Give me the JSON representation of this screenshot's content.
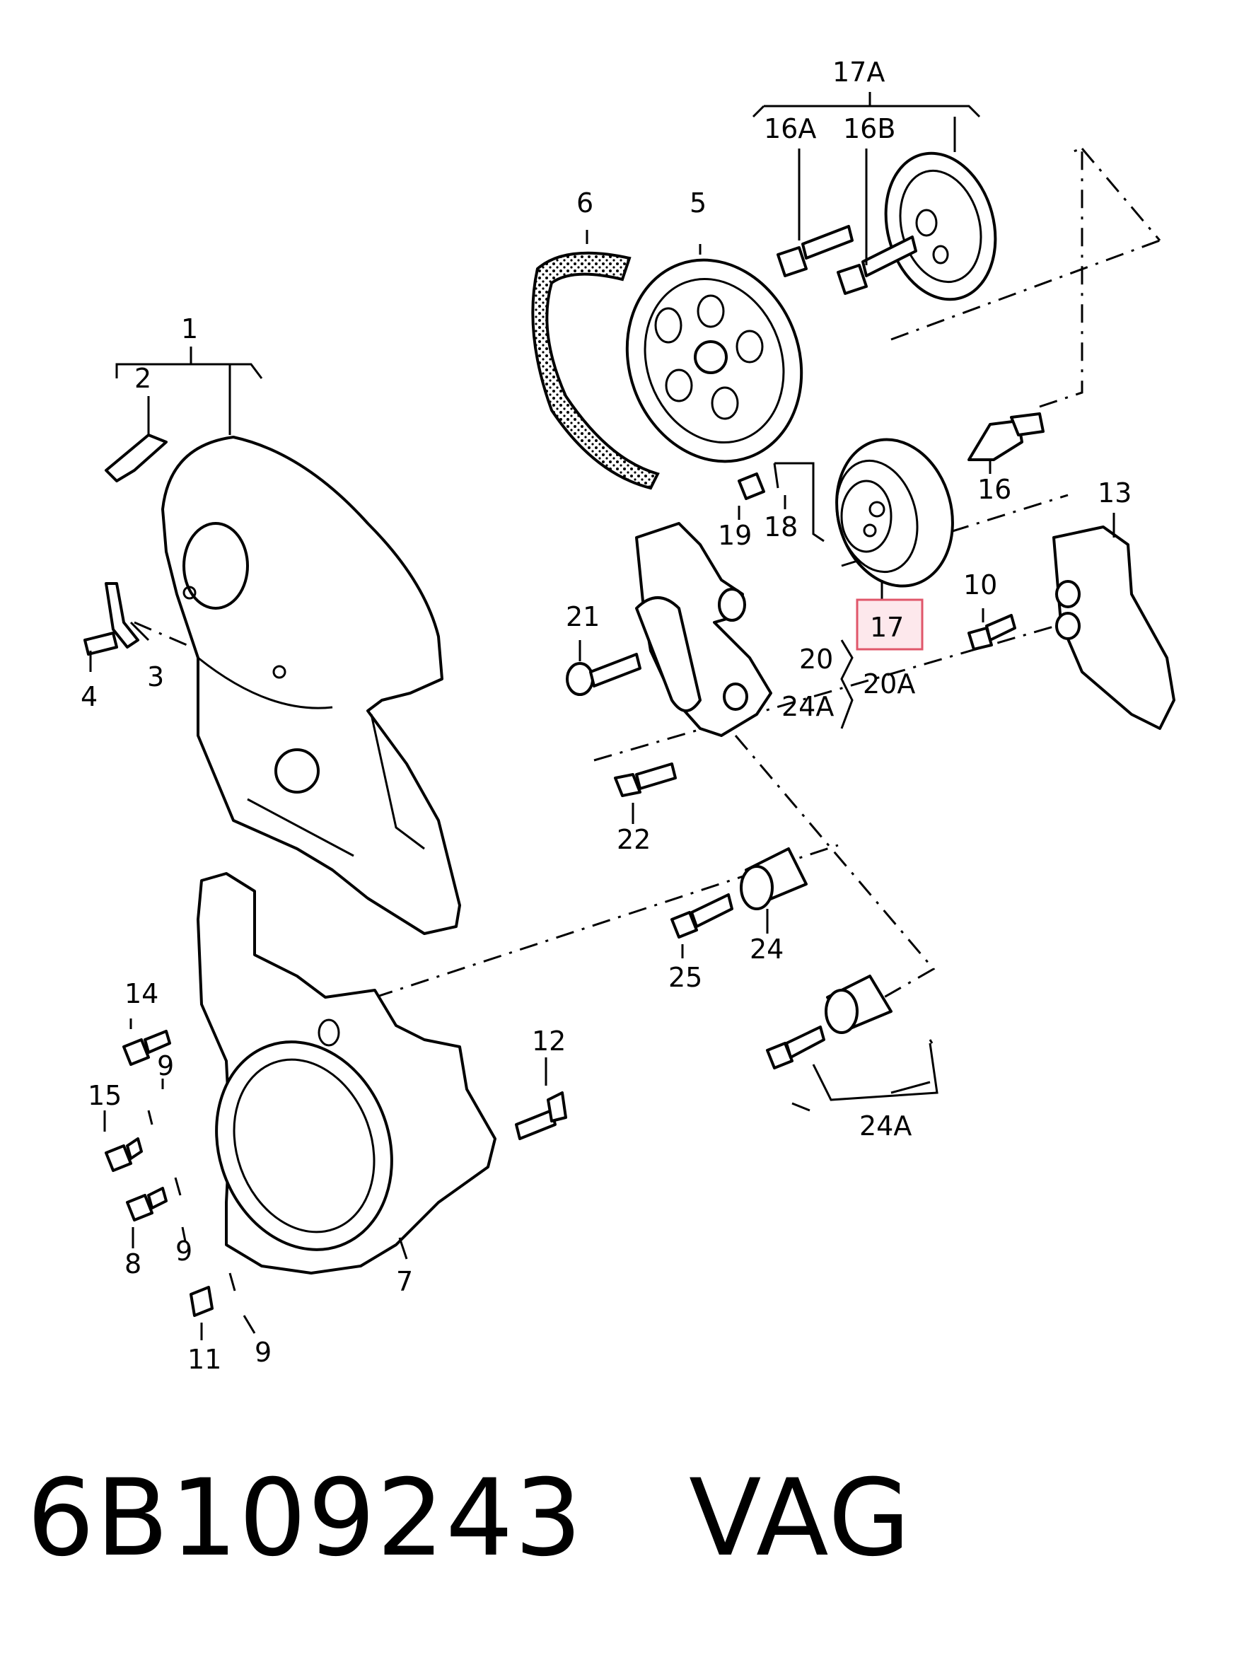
{
  "callouts": {
    "c1": "1",
    "c2": "2",
    "c3": "3",
    "c4": "4",
    "c5": "5",
    "c6": "6",
    "c7": "7",
    "c8": "8",
    "c9a": "9",
    "c9b": "9",
    "c9c": "9",
    "c10": "10",
    "c11": "11",
    "c12": "12",
    "c13": "13",
    "c14": "14",
    "c15": "15",
    "c16": "16",
    "c16a": "16A",
    "c16b": "16B",
    "c17": "17",
    "c17a": "17A",
    "c18": "18",
    "c19": "19",
    "c20": "20",
    "c20a": "20A",
    "c21": "21",
    "c22": "22",
    "c24": "24",
    "c24a1": "24A",
    "c24a2": "24A",
    "c25": "25"
  },
  "highlight": {
    "label": "17",
    "color": "#e0566a",
    "fill": "#fde8ec"
  },
  "footer": {
    "part_number": "6B109243",
    "brand": "VAG"
  }
}
